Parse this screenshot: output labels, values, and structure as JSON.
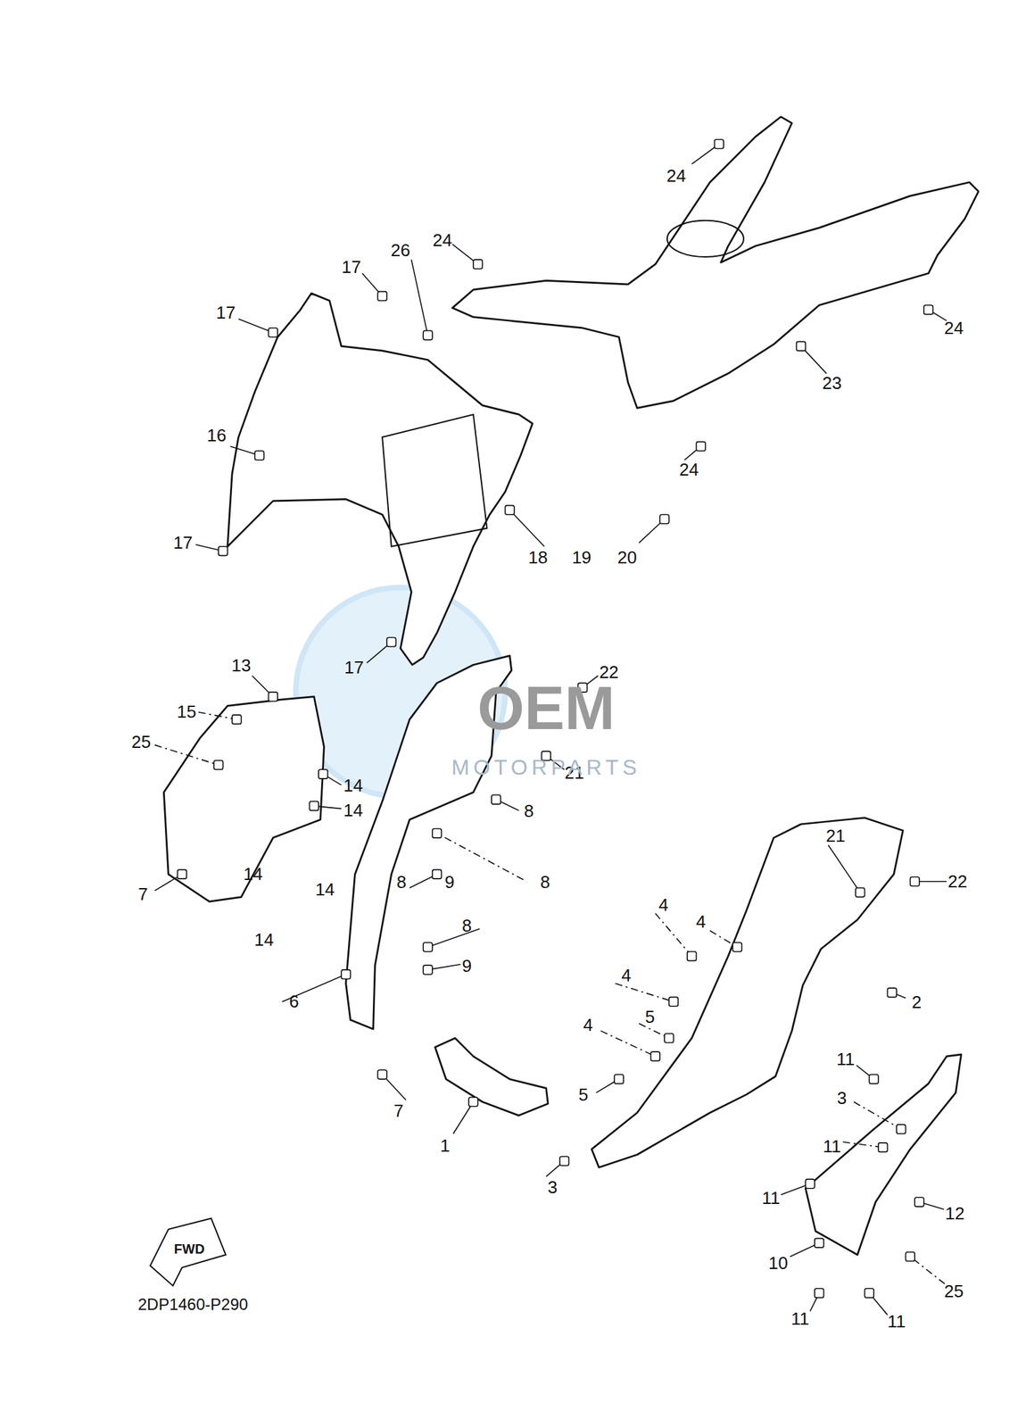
{
  "diagram": {
    "labels": [
      "24",
      "24",
      "26",
      "17",
      "17",
      "24",
      "23",
      "16",
      "24",
      "17",
      "18",
      "19",
      "20",
      "13",
      "17",
      "22",
      "15",
      "25",
      "21",
      "14",
      "14",
      "8",
      "7",
      "14",
      "14",
      "8",
      "9",
      "8",
      "21",
      "22",
      "4",
      "4",
      "14",
      "8",
      "9",
      "4",
      "5",
      "2",
      "6",
      "4",
      "11",
      "5",
      "3",
      "7",
      "1",
      "11",
      "3",
      "11",
      "12",
      "10",
      "25",
      "11",
      "11",
      "FWD",
      "2DP1460-P290",
      "OEM",
      "MOTORPARTS"
    ]
  }
}
